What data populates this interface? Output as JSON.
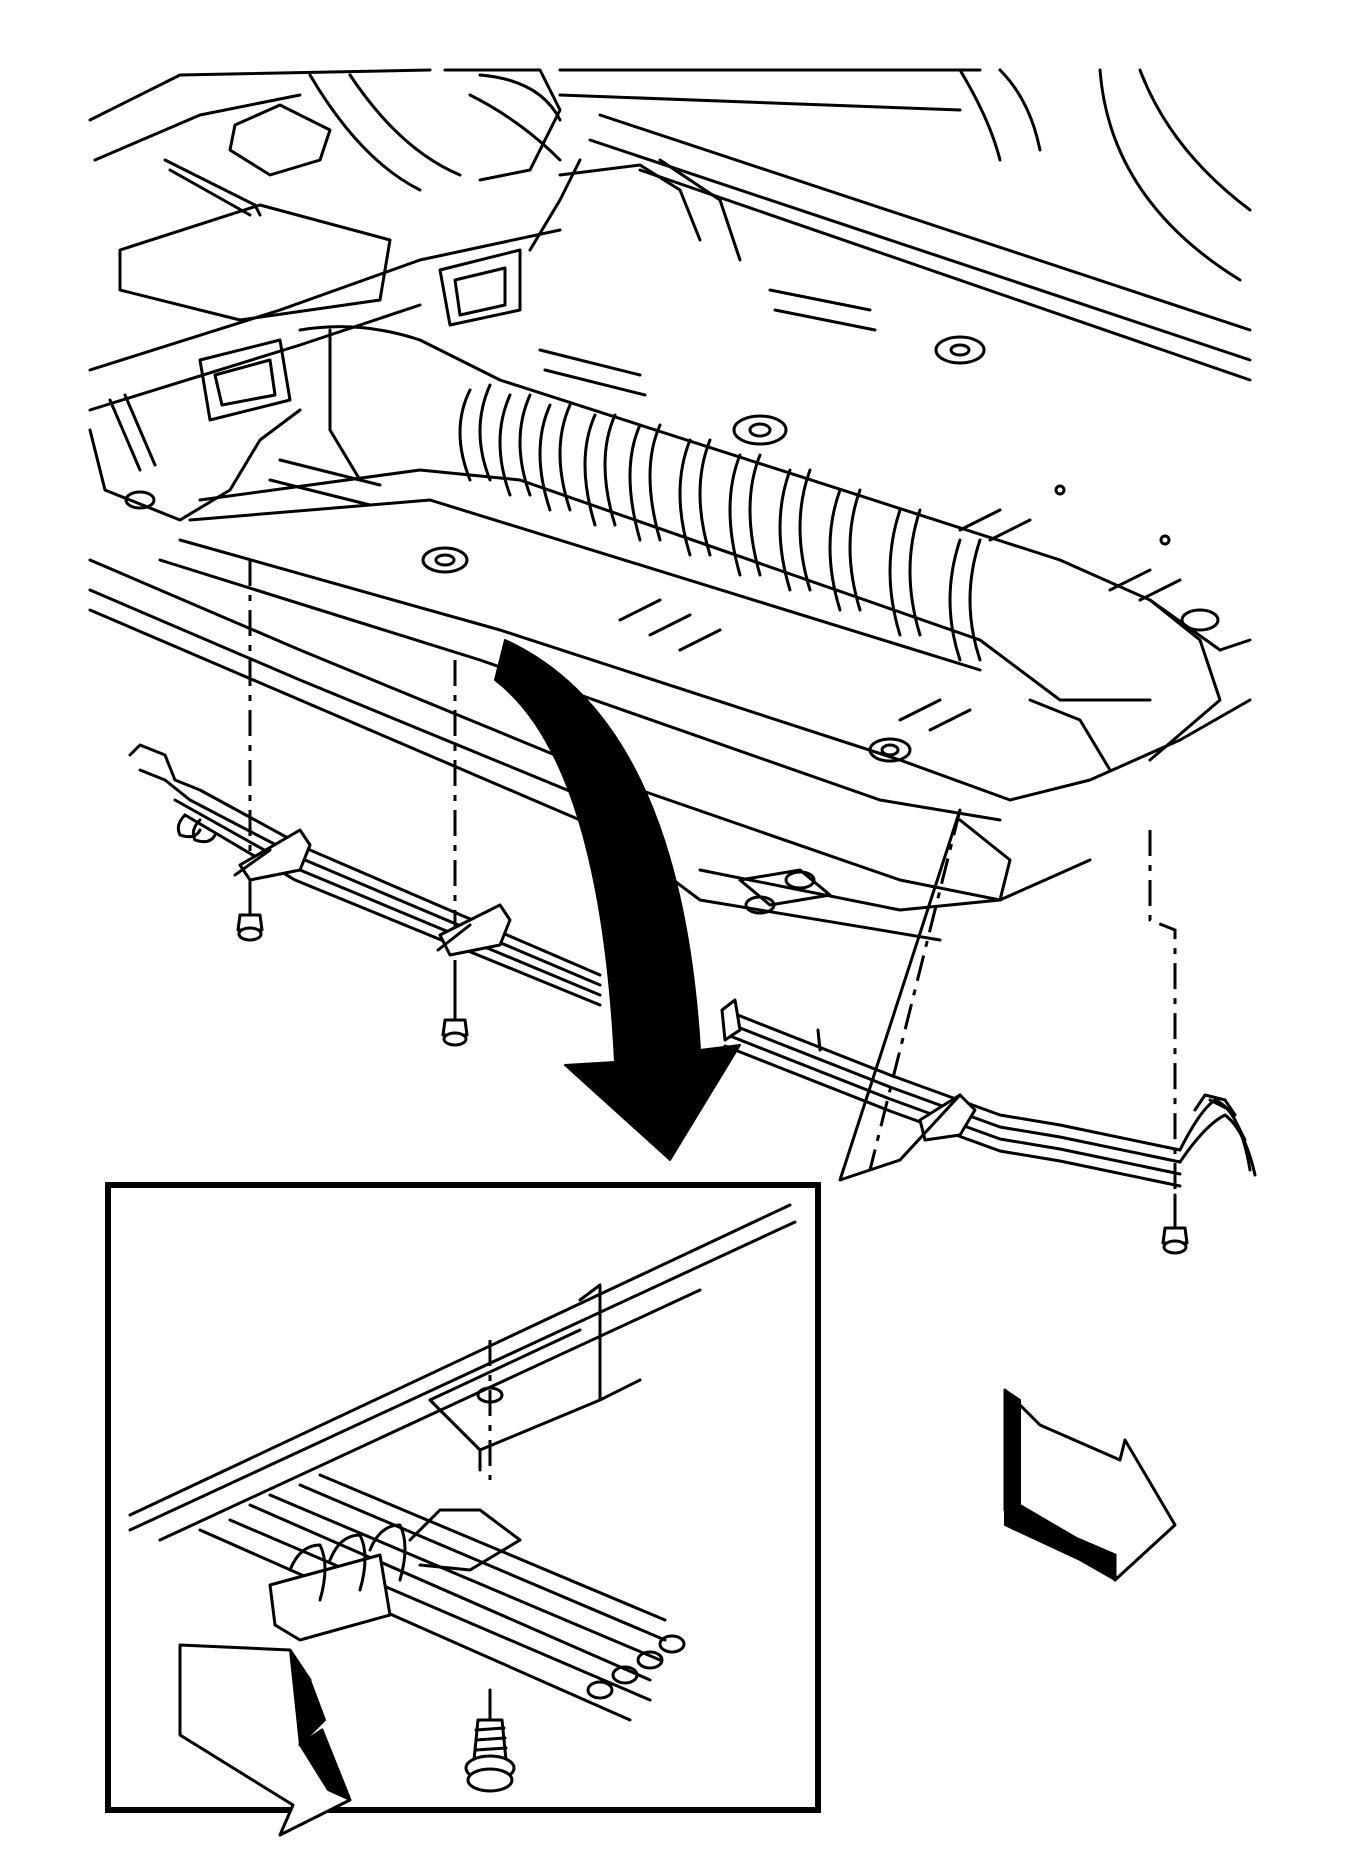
{
  "figure": {
    "kind": "service-illustration",
    "subject": "underbody-brake-and-fuel-line-routing",
    "line_color": "#000000",
    "background": "#ffffff",
    "fasteners_shown": 4,
    "detail_inset": "clip-and-fastener-closeup",
    "direction_arrows": 2
  }
}
